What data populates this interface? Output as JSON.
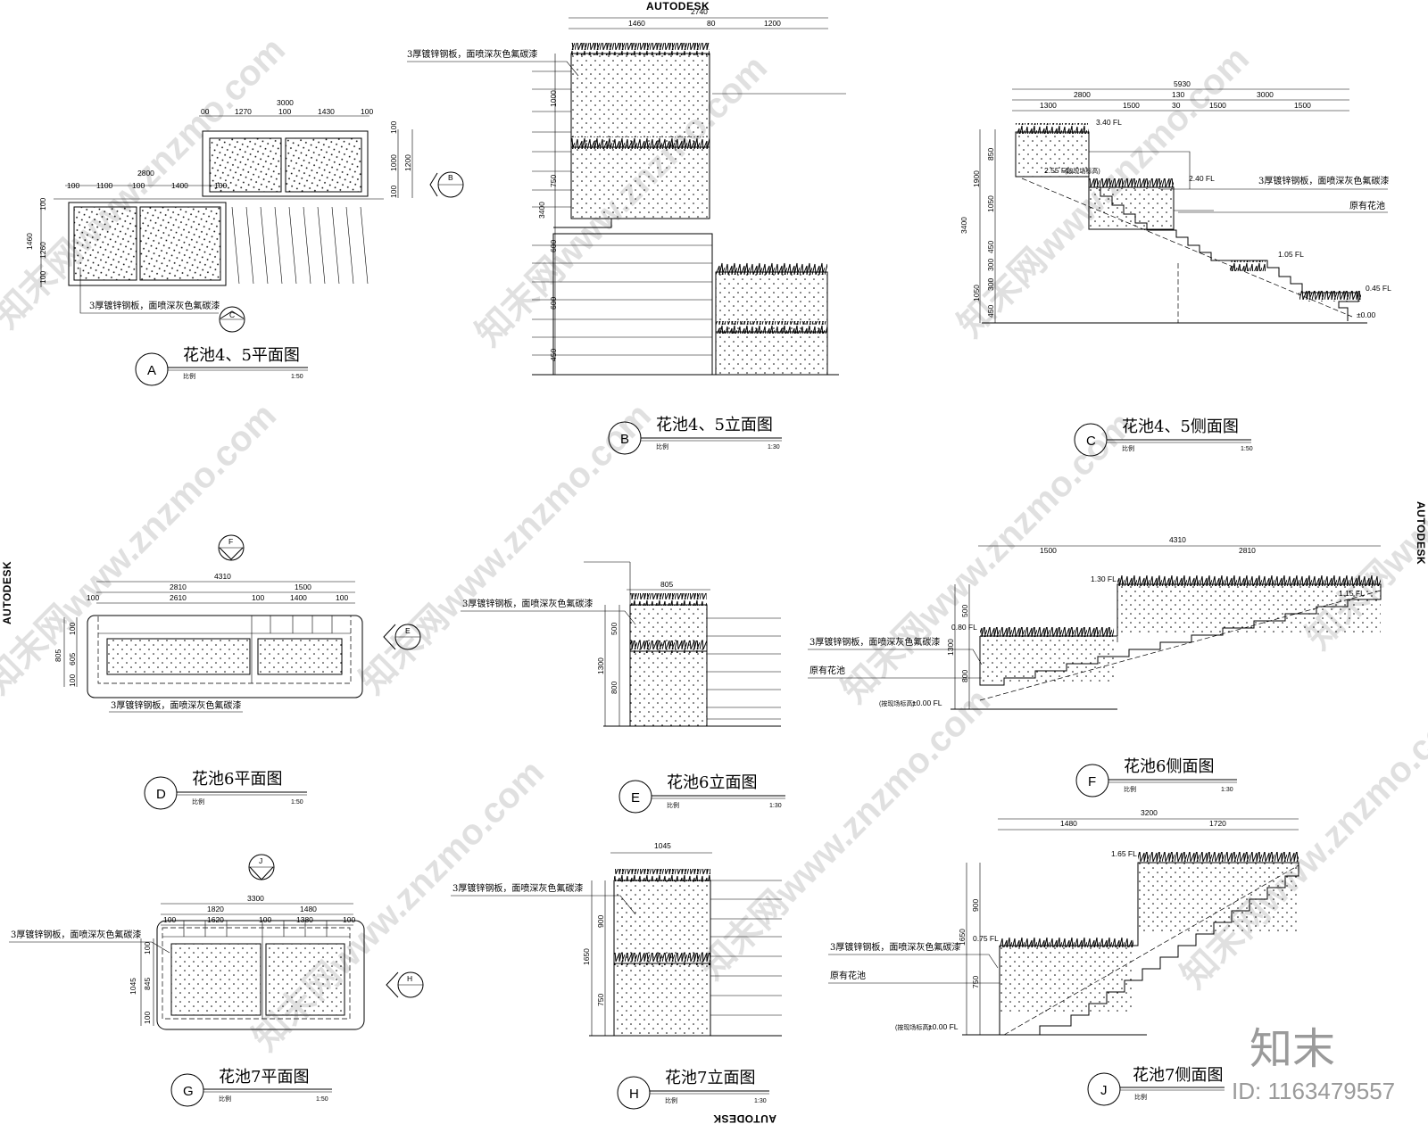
{
  "brand": {
    "top": "AUTODESK",
    "left": "AUTODESK",
    "right": "AUTODESK",
    "bottom": "AUTODESK"
  },
  "watermark": {
    "text": "知末网www.znzmo.com",
    "logo": "知末",
    "id": "ID: 1163479557"
  },
  "common": {
    "scale_label": "比例",
    "steel_note": "3厚镀锌钢板，面喷深灰色氟碳漆",
    "existing_pool": "原有花池",
    "grade_note": "(按现场标高)"
  },
  "drawings": {
    "A": {
      "letter": "A",
      "title": "花池4、5平面图",
      "scale": "1:50",
      "dims": [
        "3000",
        "00",
        "1270",
        "100",
        "1430",
        "100",
        "2800",
        "100",
        "1100",
        "100",
        "1400",
        "100",
        "1460",
        "100",
        "1260",
        "100",
        "100",
        "1000",
        "1200",
        "100"
      ]
    },
    "B": {
      "letter": "B",
      "title": "花池4、5立面图",
      "scale": "1:30",
      "dims": [
        "2740",
        "1460",
        "80",
        "1200",
        "1000",
        "750",
        "3400",
        "600",
        "600",
        "450"
      ]
    },
    "C": {
      "letter": "C",
      "title": "花池4、5侧面图",
      "scale": "1:50",
      "dims": [
        "5930",
        "2800",
        "130",
        "3000",
        "1300",
        "1500",
        "30",
        "1500",
        "1500",
        "850",
        "1900",
        "1050",
        "3400",
        "450",
        "300",
        "300",
        "1050",
        "450"
      ],
      "levels": [
        "3.40 FL",
        "2.55 FL",
        "2.40 FL",
        "1.05 FL",
        "0.45 FL",
        "±0.00"
      ]
    },
    "D": {
      "letter": "D",
      "title": "花池6平面图",
      "scale": "1:50",
      "dims": [
        "4310",
        "2810",
        "1500",
        "100",
        "2610",
        "100",
        "1400",
        "100",
        "805",
        "605",
        "100",
        "100"
      ]
    },
    "E": {
      "letter": "E",
      "title": "花池6立面图",
      "scale": "1:30",
      "dims": [
        "805",
        "500",
        "1300",
        "800"
      ]
    },
    "F": {
      "letter": "F",
      "title": "花池6侧面图",
      "scale": "1:30",
      "dims": [
        "4310",
        "1500",
        "2810",
        "500",
        "1300",
        "800"
      ],
      "levels": [
        "1.30 FL",
        "1.15 FL",
        "0.80 FL",
        "±0.00 FL"
      ]
    },
    "G": {
      "letter": "G",
      "title": "花池7平面图",
      "scale": "1:50",
      "dims": [
        "3300",
        "1820",
        "1480",
        "100",
        "1620",
        "100",
        "1380",
        "100",
        "1045",
        "845",
        "100",
        "100"
      ]
    },
    "H": {
      "letter": "H",
      "title": "花池7立面图",
      "scale": "1:30",
      "dims": [
        "1045",
        "900",
        "1650",
        "750"
      ]
    },
    "J": {
      "letter": "J",
      "title": "花池7侧面图",
      "scale": "",
      "dims": [
        "3200",
        "1480",
        "1720",
        "900",
        "1650",
        "750"
      ],
      "levels": [
        "1.65 FL",
        "0.75 FL",
        "±0.00 FL"
      ]
    }
  },
  "section_markers": [
    "B",
    "C",
    "E",
    "F",
    "H",
    "J"
  ]
}
